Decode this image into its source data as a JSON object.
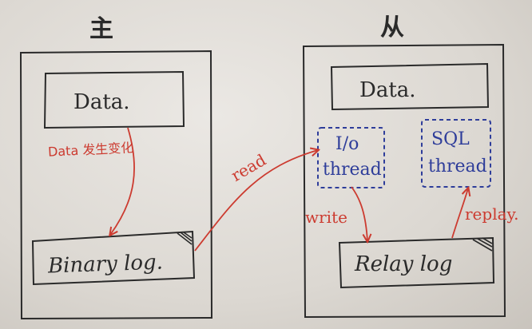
{
  "master": {
    "title": "主",
    "data_label": "Data.",
    "binlog_label": "Binary log."
  },
  "slave": {
    "title": "从",
    "data_label": "Data.",
    "io_thread_label_line1": "I/o",
    "io_thread_label_line2": "thread",
    "sql_thread_label_line1": "SQL",
    "sql_thread_label_line2": "thread",
    "relay_label": "Relay log"
  },
  "arrows": {
    "data_change": "Data 发生变化",
    "read": "read",
    "write": "write",
    "replay": "replay."
  },
  "colors": {
    "ink": "#2a2a2a",
    "red": "#cc3b30",
    "blue": "#2e3d9a"
  }
}
